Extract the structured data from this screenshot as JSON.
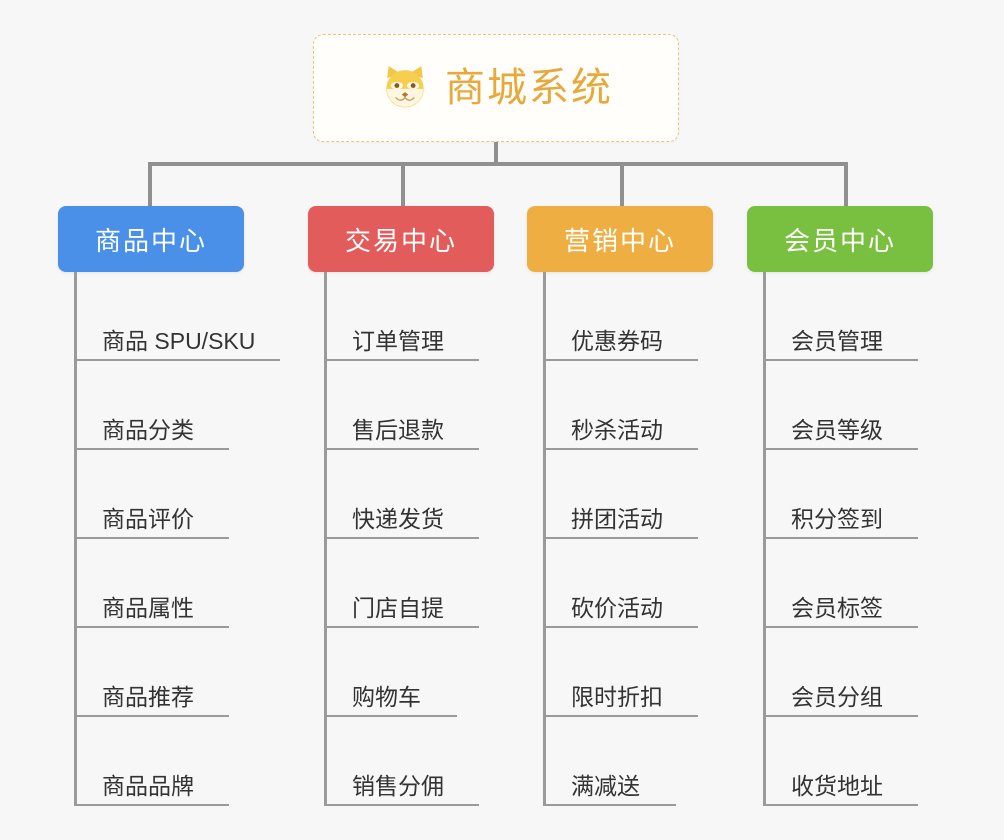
{
  "page": {
    "background_color": "#f7f7f7",
    "type": "org-chart"
  },
  "root": {
    "title": "商城系统",
    "icon": "shiba-dog-face-icon",
    "text_color": "#e8a93c",
    "border_color": "#f0c27a",
    "background_color": "#fffefb"
  },
  "connector": {
    "color": "#909090"
  },
  "columns": [
    {
      "title": "商品中心",
      "color": "#4a90e8",
      "items": [
        "商品 SPU/SKU",
        "商品分类",
        "商品评价",
        "商品属性",
        "商品推荐",
        "商品品牌"
      ]
    },
    {
      "title": "交易中心",
      "color": "#e35c5c",
      "items": [
        "订单管理",
        "售后退款",
        "快递发货",
        "门店自提",
        "购物车",
        "销售分佣"
      ]
    },
    {
      "title": "营销中心",
      "color": "#eeae42",
      "items": [
        "优惠券码",
        "秒杀活动",
        "拼团活动",
        "砍价活动",
        "限时折扣",
        "满减送"
      ]
    },
    {
      "title": "会员中心",
      "color": "#79c040",
      "items": [
        "会员管理",
        "会员等级",
        "积分签到",
        "会员标签",
        "会员分组",
        "收货地址"
      ]
    }
  ]
}
